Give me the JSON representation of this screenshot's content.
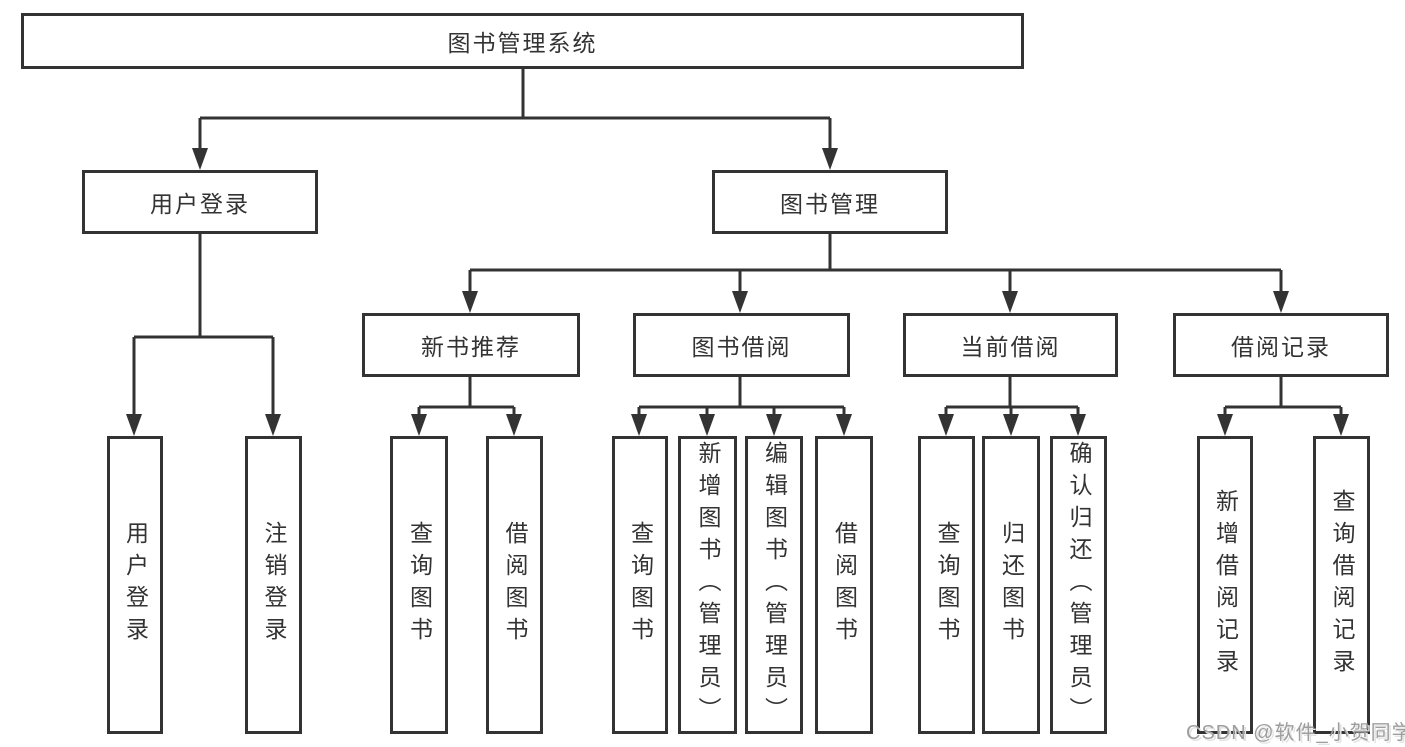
{
  "diagram_type": "hierarchy",
  "colors": {
    "line": "#333333",
    "text": "#333333",
    "background": "#ffffff",
    "watermark": "#9e9e9e"
  },
  "watermark": {
    "text": "CSDN @软件_小贺同学"
  },
  "tree": {
    "root": "图书管理系统",
    "branches": [
      {
        "label": "用户登录",
        "children": [
          {
            "label": "用户登录"
          },
          {
            "label": "注销登录"
          }
        ]
      },
      {
        "label": "图书管理",
        "children": [
          {
            "label": "新书推荐",
            "children": [
              {
                "label": "查询图书"
              },
              {
                "label": "借阅图书"
              }
            ]
          },
          {
            "label": "图书借阅",
            "children": [
              {
                "label": "查询图书"
              },
              {
                "label": "新增图书（管理员）"
              },
              {
                "label": "编辑图书（管理员）"
              },
              {
                "label": "借阅图书"
              }
            ]
          },
          {
            "label": "当前借阅",
            "children": [
              {
                "label": "查询图书"
              },
              {
                "label": "归还图书"
              },
              {
                "label": "确认归还（管理员）"
              }
            ]
          },
          {
            "label": "借阅记录",
            "children": [
              {
                "label": "新增借阅记录"
              },
              {
                "label": "查询借阅记录"
              }
            ]
          }
        ]
      }
    ]
  }
}
